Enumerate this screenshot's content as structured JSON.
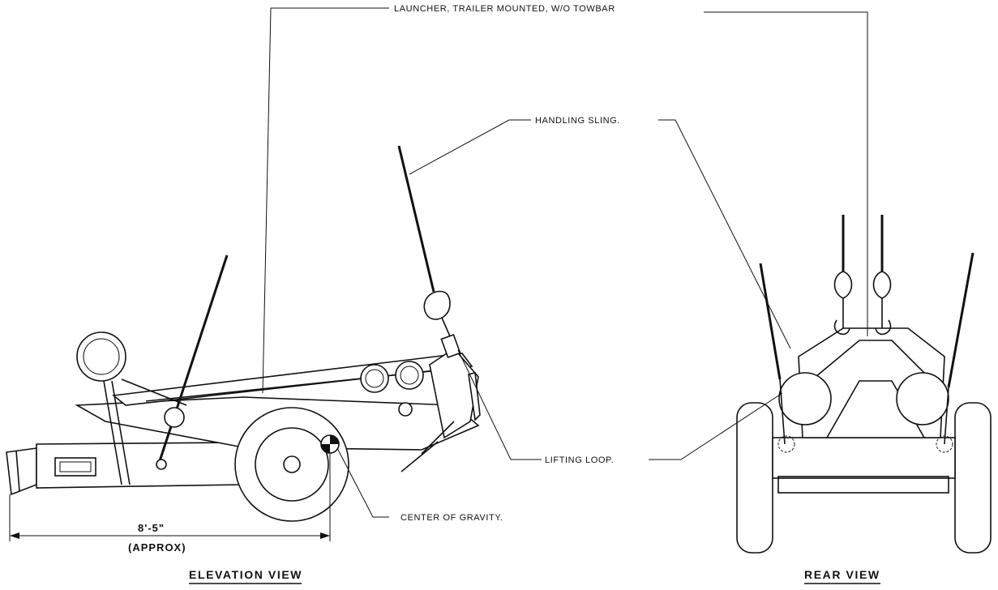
{
  "callouts": {
    "launcher": "LAUNCHER, TRAILER MOUNTED, W/O TOWBAR",
    "handling_sling": "HANDLING SLING.",
    "lifting_loop": "LIFTING LOOP.",
    "center_of_gravity": "CENTER OF GRAVITY."
  },
  "dimension": {
    "value": "8'-5\"",
    "note": "(APPROX)"
  },
  "views": {
    "elevation": "ELEVATION VIEW",
    "rear": "REAR VIEW"
  }
}
